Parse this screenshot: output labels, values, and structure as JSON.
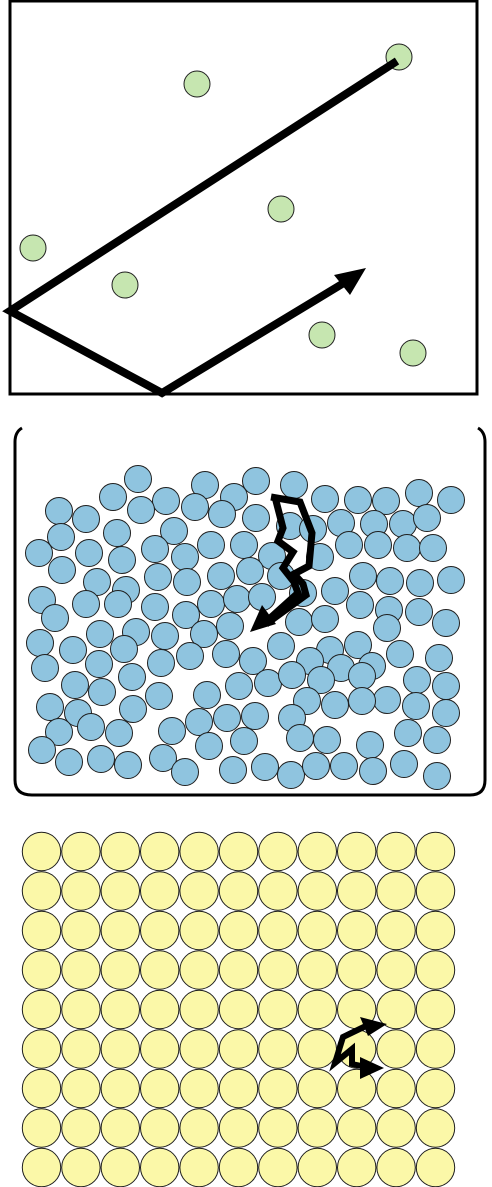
{
  "colors": {
    "gas_particle": "#c6e6b0",
    "liquid_particle": "#8fc4df",
    "solid_particle": "#fbf8a8",
    "outline": "#1f1f1f",
    "arrow": "#000000",
    "background": "#ffffff"
  },
  "panels": [
    {
      "state": "gas",
      "container": "closed-box"
    },
    {
      "state": "liquid",
      "container": "open-beaker"
    },
    {
      "state": "solid",
      "container": "none",
      "rows": 9,
      "cols": 11
    }
  ]
}
